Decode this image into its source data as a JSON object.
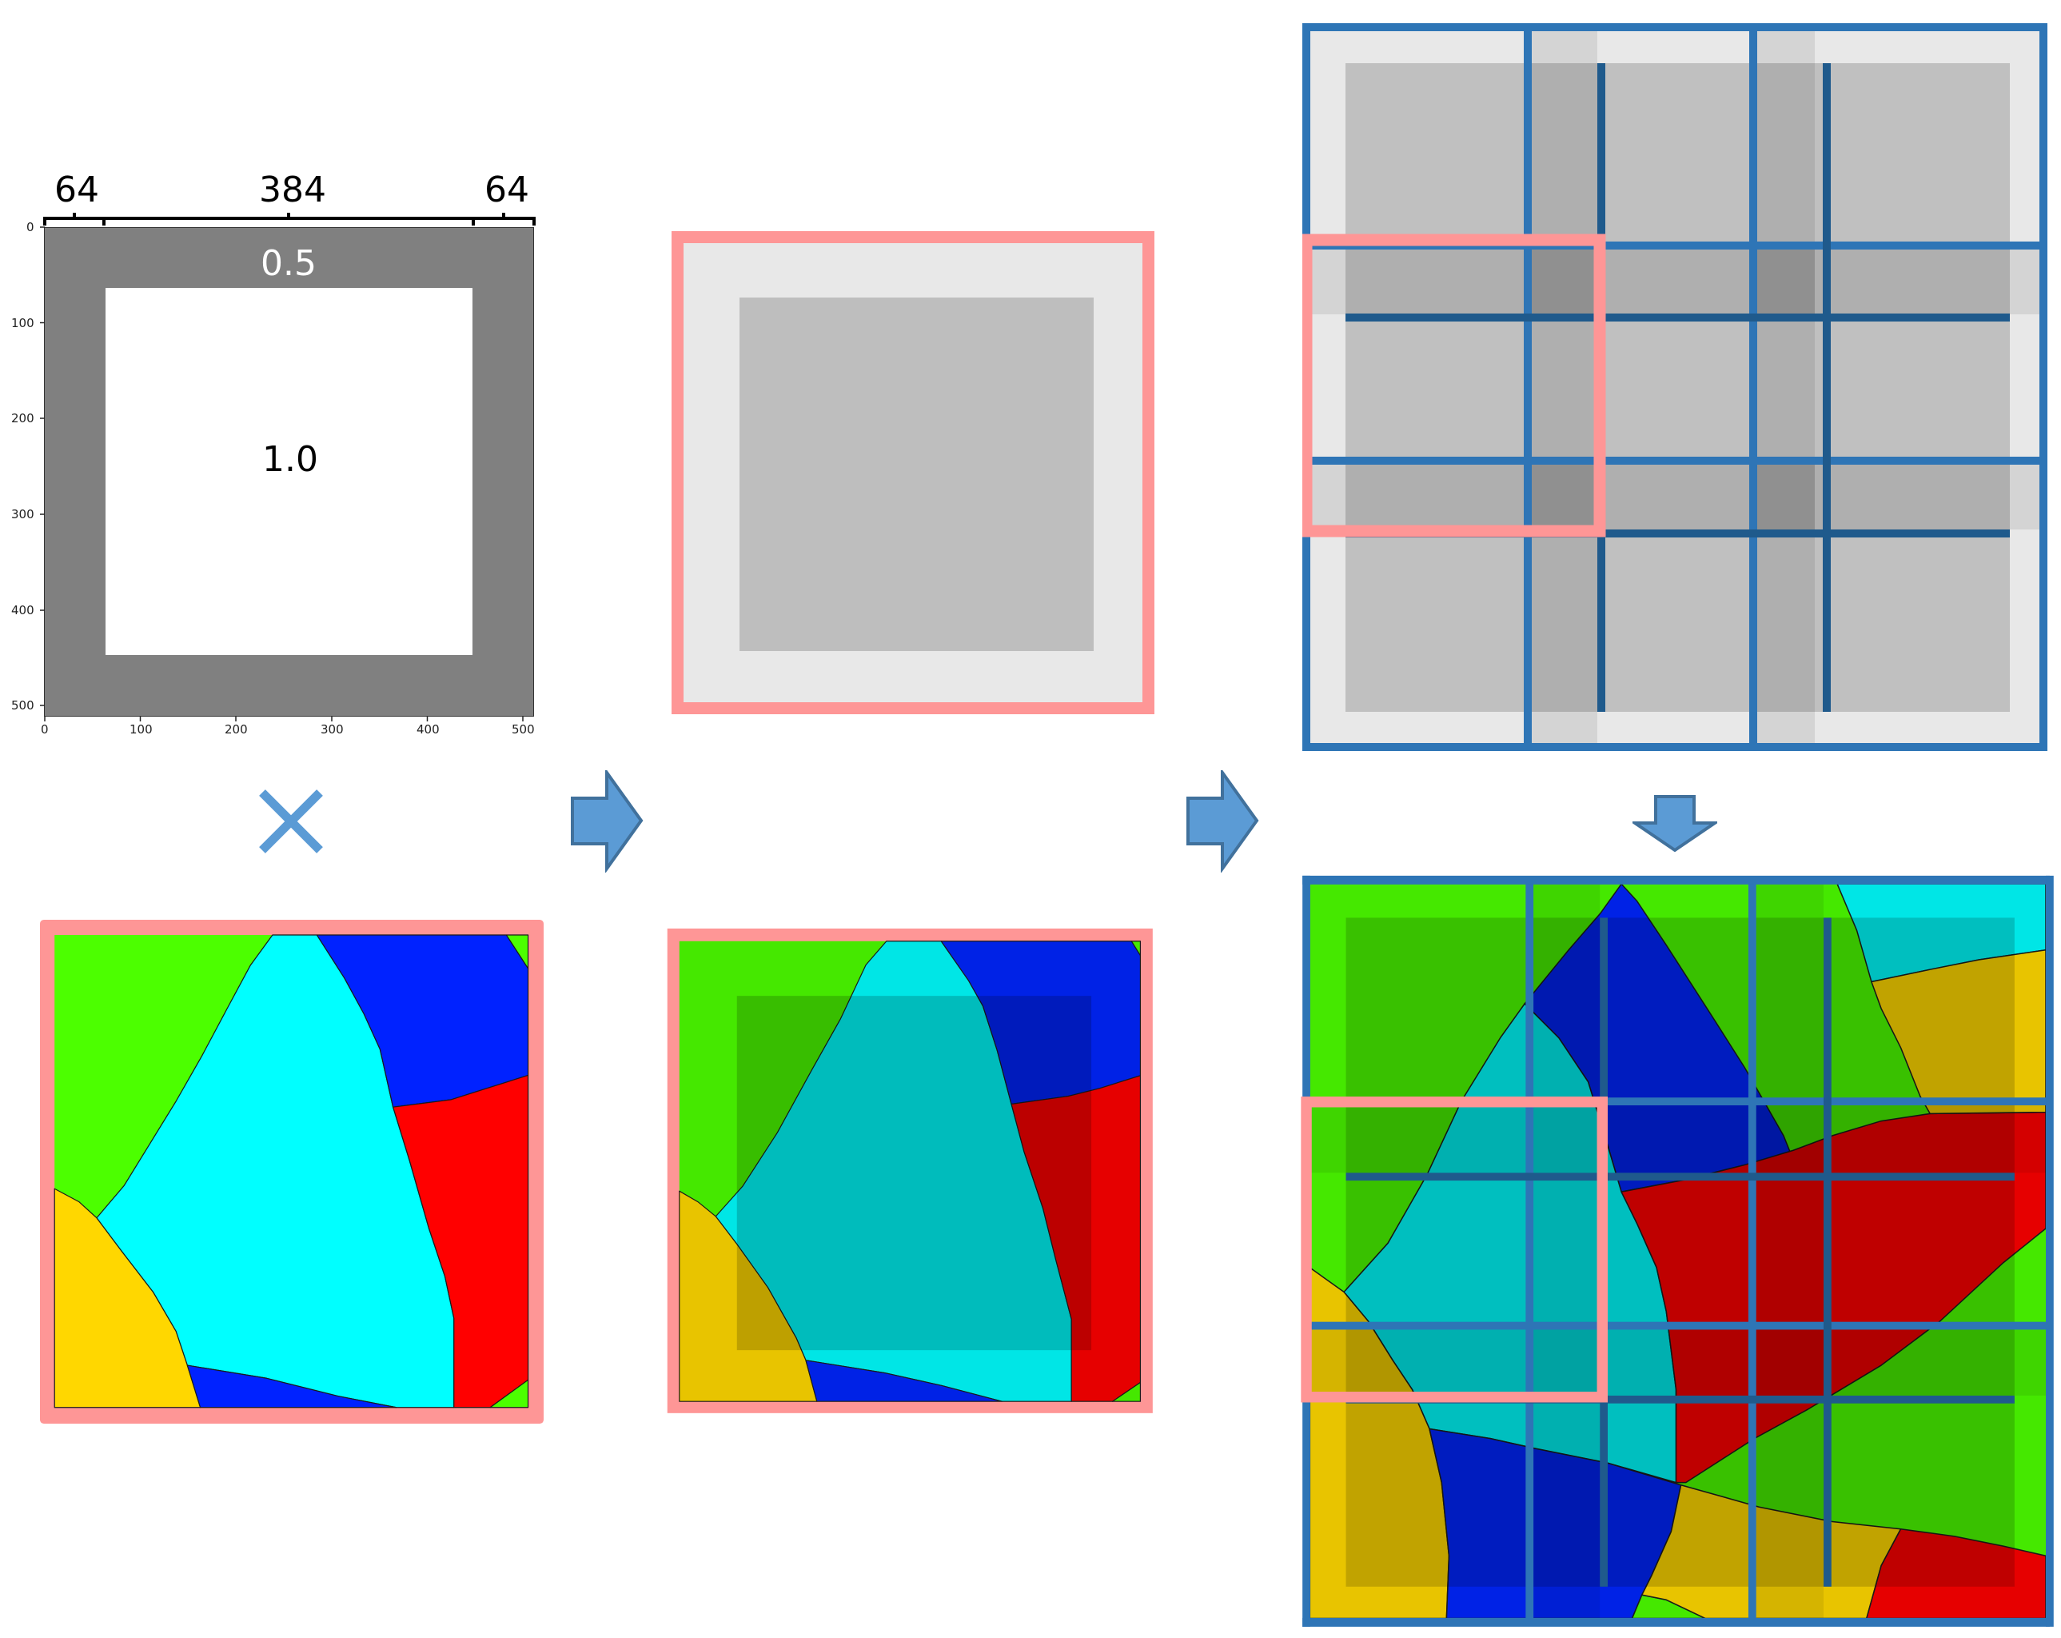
{
  "panel_weight_map": {
    "dims_top": [
      "64",
      "384",
      "64"
    ],
    "border_value": "0.5",
    "center_value": "1.0",
    "x_ticks": [
      "0",
      "100",
      "200",
      "300",
      "400",
      "500"
    ],
    "y_ticks": [
      "0",
      "100",
      "200",
      "300",
      "400",
      "500"
    ],
    "colors": {
      "border": "#808080",
      "center": "#ffffff"
    }
  },
  "operators": {
    "multiply": "×",
    "arrow_right_1": "right-arrow",
    "arrow_right_2": "right-arrow",
    "arrow_down": "down-arrow"
  },
  "colors": {
    "pink_frame": "#fe9696",
    "blue_grid": "#2e75b6",
    "blue_grid_dark": "#1f5a8c",
    "arrow_fill": "#5b9bd5",
    "arrow_stroke": "#41719c",
    "region_green": "#4cff00",
    "region_cyan": "#00ffff",
    "region_blue": "#0022ff",
    "region_red": "#ff0000",
    "region_yellow": "#ffd700",
    "gray_light": "#e8e8e8",
    "gray_mid": "#c0c0c0"
  }
}
